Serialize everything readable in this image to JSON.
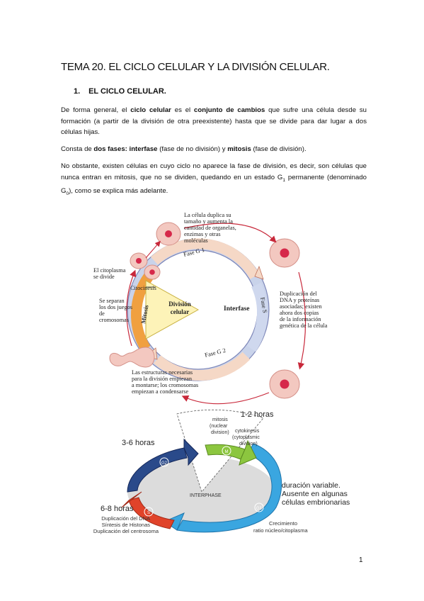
{
  "doc": {
    "title": "TEMA 20. EL CICLO CELULAR Y LA DIVISIÓN CELULAR.",
    "section_number": "1.",
    "section_title": "EL CICLO CELULAR.",
    "p1": {
      "t1": "De forma general, el ",
      "b1": "ciclo celular",
      "t2": " es el ",
      "b2": "conjunto de cambios",
      "t3": " que sufre una célula desde su formación (a partir de la división de otra preexistente) hasta que se divide para dar lugar a dos células hijas."
    },
    "p2": {
      "t1": "Consta de ",
      "b1": "dos fases: interfase",
      "t2": " (fase de no división) y ",
      "b2": "mitosis",
      "t3": " (fase de división)."
    },
    "p3": {
      "t1": "No obstante, existen células en cuyo ciclo no aparece la fase de división, es decir, son células que nunca entran en mitosis, que no se dividen, quedando en un estado G",
      "sub1": "1",
      "t2": " permanente (denominado G",
      "sub2": "0",
      "t3": "), como se explica más adelante."
    },
    "page_number": "1"
  },
  "fig1": {
    "top_label": [
      "La célula duplica su",
      "tamaño y aumenta la",
      "cantidad de organelas,",
      "enzimas y otras",
      "moléculas"
    ],
    "citoplasma": [
      "El citoplasma",
      "se divide"
    ],
    "citocinesis": "Citocinesis",
    "separan": [
      "Se separan",
      "los dos juegos",
      "de",
      "cromosomas"
    ],
    "mitosis": "Mitosis",
    "division": [
      "División",
      "celular"
    ],
    "interfase": "Interfase",
    "fase_g1": "Fase G 1",
    "fase_s": "Fase S",
    "fase_g2": "Fase G 2",
    "dna": [
      "Duplicación del",
      "DNA y proteínas",
      "asociadas; existen",
      "ahora dos copias",
      "de la información",
      "genética de la célula"
    ],
    "estructuras": [
      "Las estructuras necesarias",
      "para la división empiezan",
      "a montarse; los cromosomas",
      "empiezan a condensarse"
    ]
  },
  "fig2": {
    "h12": "1-2 horas",
    "mitosis": [
      "mitosis",
      "(nuclear",
      "division)"
    ],
    "cytokinesis": [
      "cytokinesis",
      "(cytoplasmic",
      "division)"
    ],
    "h36": "3-6 horas",
    "h68": "6-8 horas",
    "interphase": "INTERPHASE",
    "g2": "G2",
    "m": "M",
    "s": "S",
    "g1": "G1",
    "s_list": [
      "Duplicación del DNA",
      "Síntesis de Histonas",
      "Duplicación del centrosoma"
    ],
    "duracion": [
      "duración variable.",
      "Ausente en algunas",
      "células embrionarias"
    ],
    "crecimiento": [
      "Crecimiento",
      "ratio núcleo/citoplasma"
    ]
  },
  "colors": {
    "g1_blue": "#3aa6e0",
    "s_red": "#e0432a",
    "g2_navy": "#2a4a8a",
    "m_green": "#8cc63f",
    "interphase_gray": "#dcdcdc",
    "cell_pink": "#f3c8c0",
    "nucleus_red": "#d6284a"
  }
}
